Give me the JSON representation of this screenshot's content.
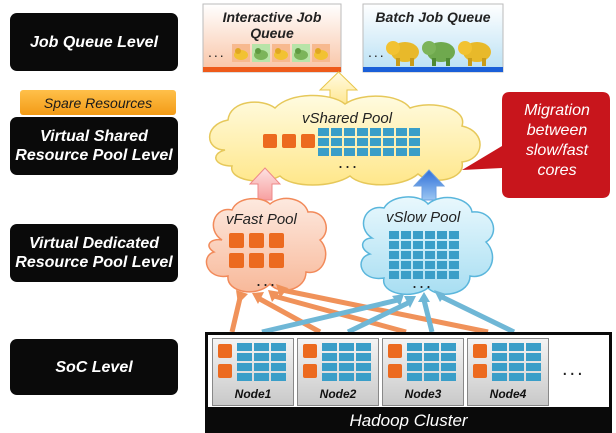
{
  "levels": {
    "job_queue": "Job Queue Level",
    "virtual_shared": "Virtual Shared Resource Pool Level",
    "virtual_dedicated": "Virtual Dedicated Resource Pool Level",
    "soc": "SoC Level"
  },
  "spare_resources": "Spare Resources",
  "queues": {
    "interactive": "Interactive Job Queue",
    "batch": "Batch Job Queue"
  },
  "pools": {
    "shared": "vShared Pool",
    "fast": "vFast Pool",
    "slow": "vSlow Pool"
  },
  "callout": "Migration between slow/fast cores",
  "nodes": [
    "Node1",
    "Node2",
    "Node3",
    "Node4"
  ],
  "ellipsis": "...",
  "cluster": "Hadoop Cluster",
  "colors": {
    "fast_core": "#ec6a1f",
    "slow_core": "#3a9ec8",
    "shared_pool": "#fff2a8",
    "fast_pool": "#fbd3bf",
    "slow_pool": "#cfeffa",
    "callout": "#c8151c",
    "arrow_fast": "#f0925a",
    "arrow_slow": "#6fb7d6"
  },
  "icons": {
    "elephant": "hadoop-elephant-icon"
  }
}
